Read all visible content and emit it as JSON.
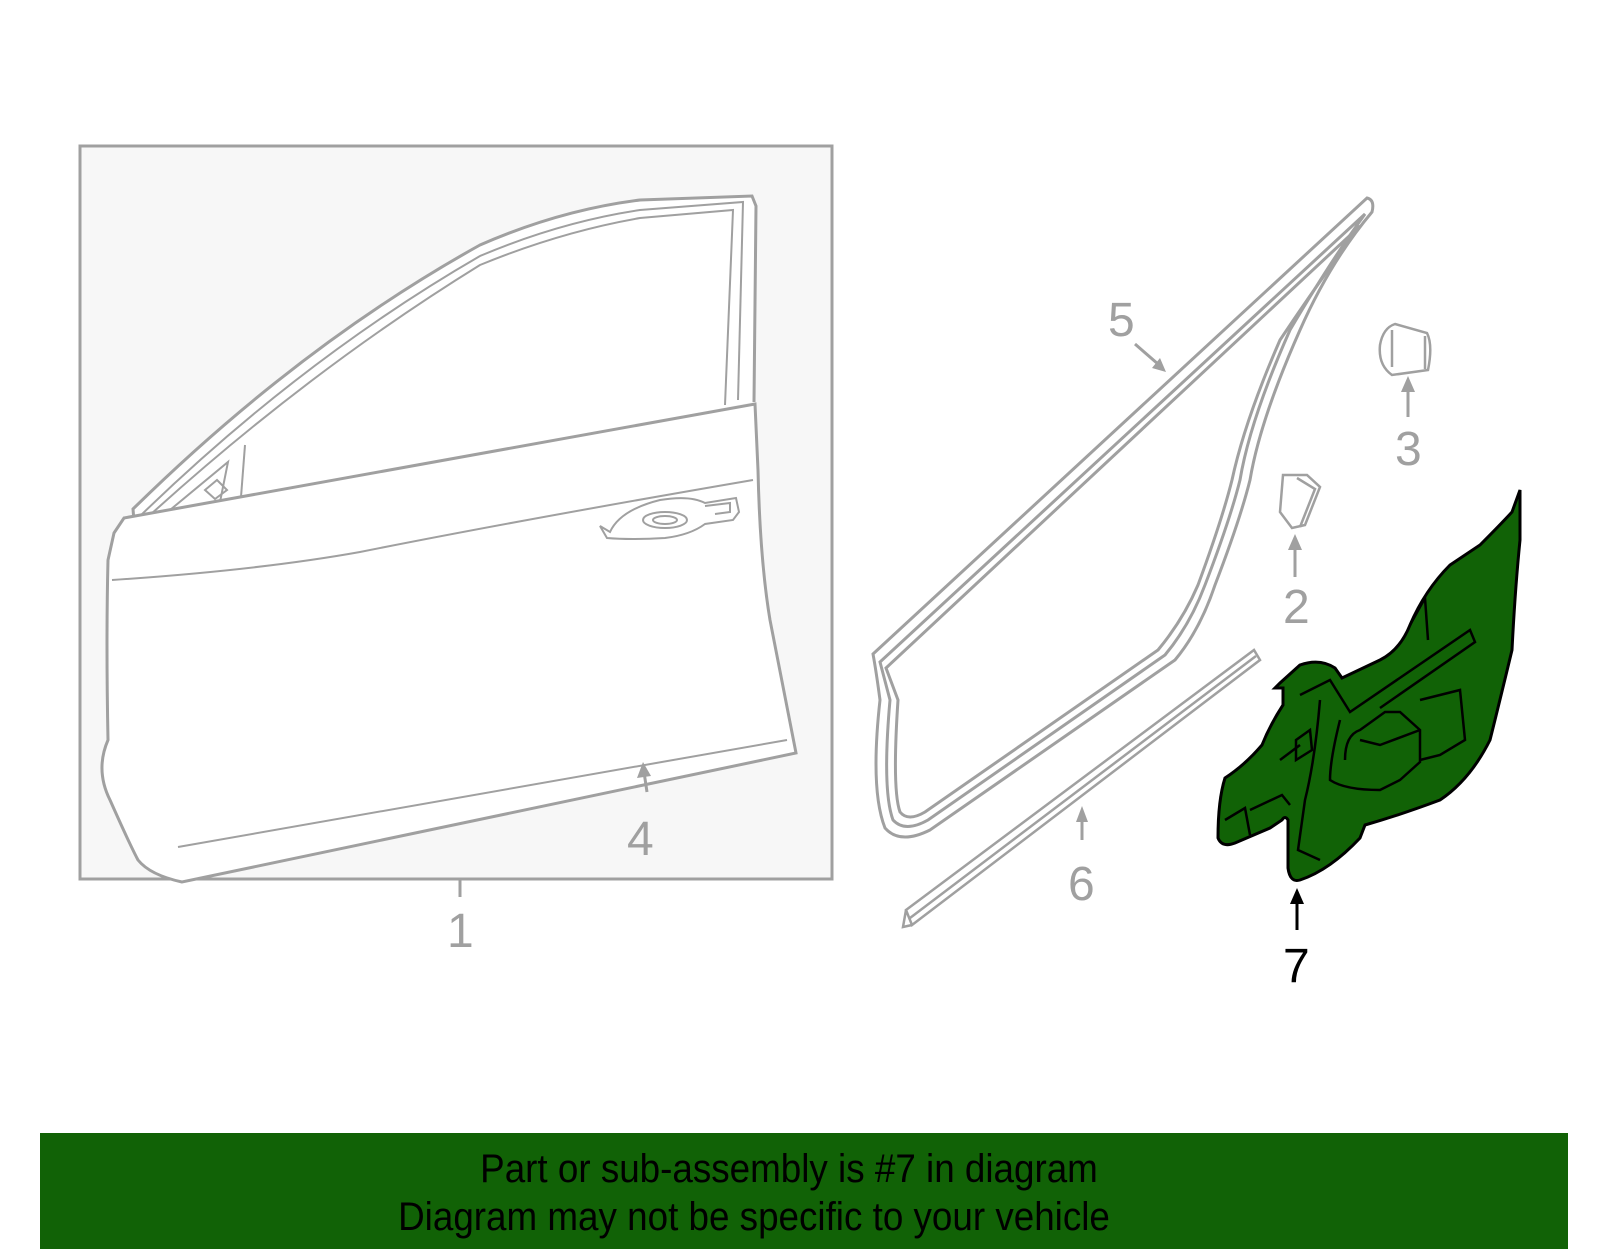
{
  "diagram": {
    "title": "Front door assembly parts diagram",
    "colors": {
      "line": "#a0a0a0",
      "highlight_fill": "#116206",
      "highlight_stroke": "#000000",
      "panel_bg": "#f7f7f7"
    },
    "parts": [
      {
        "number": "1",
        "name": "door-shell",
        "highlighted": false
      },
      {
        "number": "2",
        "name": "bumper-stop",
        "highlighted": false
      },
      {
        "number": "3",
        "name": "plug",
        "highlighted": false
      },
      {
        "number": "4",
        "name": "door-outer-panel",
        "highlighted": false
      },
      {
        "number": "5",
        "name": "door-weatherstrip",
        "highlighted": false
      },
      {
        "number": "6",
        "name": "belt-weatherstrip",
        "highlighted": false
      },
      {
        "number": "7",
        "name": "door-inner-module",
        "highlighted": true
      }
    ]
  },
  "banner": {
    "line1": "Part or sub-assembly is #7 in diagram",
    "line2": "Diagram may not be specific to your vehicle",
    "color": "#116206"
  }
}
